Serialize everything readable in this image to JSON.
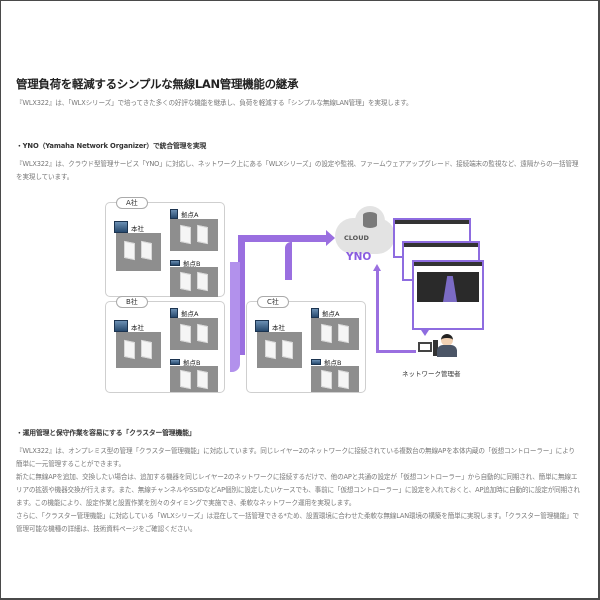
{
  "page": {
    "title": "管理負荷を軽減するシンプルな無線LAN管理機能の継承",
    "intro": "『WLX322』は、「WLXシリーズ」で培ってきた多くの好評な機能を継承し、負荷を軽減する「シンプルな無線LAN管理」を実現します。"
  },
  "section_yno": {
    "heading": "・YNO（Yamaha Network Organizer）で統合管理を実現",
    "body": "『WLX322』は、クラウド型管理サービス「YNO」に対応し、ネットワーク上にある「WLXシリーズ」の設定や監視、ファームウェアアップグレード、接続端末の監視など、遠隔からの一括管理を実現しています。"
  },
  "diagram": {
    "companies": [
      {
        "name": "A社",
        "sites": [
          "本社",
          "拠点A",
          "拠点B"
        ]
      },
      {
        "name": "B社",
        "sites": [
          "本社",
          "拠点A",
          "拠点B"
        ]
      },
      {
        "name": "C社",
        "sites": [
          "本社",
          "拠点A",
          "拠点B"
        ]
      }
    ],
    "cloud_label": "CLOUD",
    "service_label": "YNO",
    "admin_label": "ネットワーク管理者",
    "accent_color": "#9a6fe0"
  },
  "section_cluster": {
    "heading": "・運用管理と保守作業を容易にする「クラスター管理機能」",
    "paragraphs": [
      "『WLX322』は、オンプレミス型の管理「クラスター管理機能」に対応しています。同じレイヤー2のネットワークに接続されている複数台の無線APを本体内蔵の「仮想コントローラー」により簡単に一元管理することができます。",
      "新たに無線APを追加、交換したい場合は、追加する機器を同じレイヤー2のネットワークに接続するだけで、他のAPと共通の設定が「仮想コントローラー」から自動的に同期され、簡単に無線エリアの拡張や機器交換が行えます。また、無線チャンネルやSSIDなどAP個別に設定したいケースでも、事前に「仮想コントローラー」に設定を入れておくと、AP追加時に自動的に設定が同期されます。この機能により、設定作業と設置作業を別々のタイミングで実施でき、柔軟なネットワーク運用を実現します。",
      "さらに、「クラスター管理機能」に対応している「WLXシリーズ」は混在して一括管理できる*ため、設置環境に合わせた柔軟な無線LAN環境の構築を簡単に実現します。「クラスター管理機能」で管理可能な機種の詳細は、技術資料ページをご確認ください。"
    ]
  }
}
